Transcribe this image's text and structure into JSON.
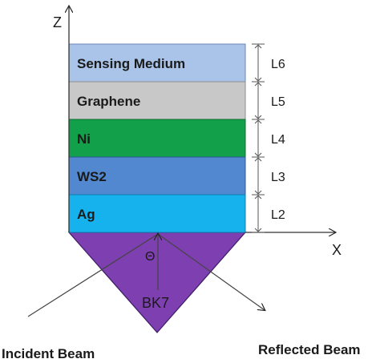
{
  "axes": {
    "z_label": "Z",
    "x_label": "X"
  },
  "layers": [
    {
      "label": "Sensing Medium",
      "color": "#a9c4e8",
      "dim": "L6"
    },
    {
      "label": "Graphene",
      "color": "#c8c8c8",
      "dim": "L5"
    },
    {
      "label": "Ni",
      "color": "#12a04a",
      "dim": "L4"
    },
    {
      "label": "WS2",
      "color": "#5288cf",
      "dim": "L3"
    },
    {
      "label": "Ag",
      "color": "#16b2ee",
      "dim": "L2"
    }
  ],
  "prism": {
    "label": "BK7",
    "color": "#7e3fb0",
    "angle_label": "Θ"
  },
  "beams": {
    "incident": "Incident Beam",
    "reflected": "Reflected Beam"
  }
}
